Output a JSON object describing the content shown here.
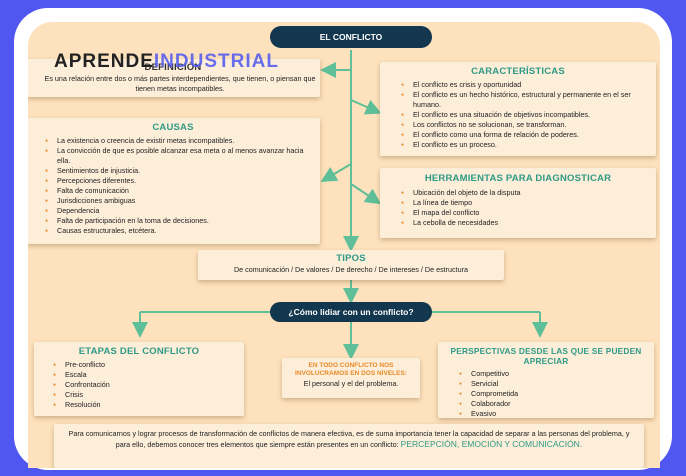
{
  "watermark": {
    "part1": "APRENDE",
    "part2": "INDUSTRIAL"
  },
  "title": "EL CONFLICTO",
  "definicion": {
    "heading": "DEFINICIÓN",
    "text": "Es una relación entre dos o más partes interdependientes, que tienen, o piensan que tienen metas incompatibles."
  },
  "caracteristicas": {
    "heading": "CARACTERÍSTICAS",
    "items": [
      "El conflicto es crisis y oportunidad",
      "El conflicto es un hecho histórico, estructural y permanente en el ser humano.",
      "El conflicto es una  situación de objetivos incompatibles.",
      "Los conflictos no se solucionan, se transforman.",
      "El conflicto como una forma de relación de poderes.",
      "El conflicto es un proceso."
    ]
  },
  "causas": {
    "heading": "CAUSAS",
    "items": [
      "La existencia o creencia de existir metas incompatibles.",
      "La convicción de que es posible alcanzar esa meta o al menos avanzar hacia ella.",
      "Sentimientos de injusticia.",
      "Percepciones diferentes.",
      "Falta de comunicación",
      "Jurisdicciones ambiguas",
      "Dependencia",
      "Falta de participación en la toma de decisiones.",
      "Causas estructurales, etcétera."
    ]
  },
  "herramientas": {
    "heading": "HERRAMIENTAS PARA DIAGNOSTICAR",
    "items": [
      "Ubicación del objeto de la disputa",
      "La línea de tiempo",
      "El mapa del conflicto",
      "La cebolla de necesidades"
    ]
  },
  "tipos": {
    "heading": "TIPOS",
    "text": "De comunicación / De valores / De derecho / De intereses / De estructura"
  },
  "lidiar": "¿Cómo lidiar con un conflicto?",
  "etapas": {
    "heading": "ETAPAS DEL CONFLICTO",
    "items": [
      "Pre-conflicto",
      "Escala",
      "Confrontación",
      "Crisis",
      "Resolución"
    ]
  },
  "niveles": {
    "heading": "EN TODO CONFLICTO NOS INVOLUCRAMOS EN DOS NIVELES:",
    "text": "El personal y el del problema."
  },
  "perspectivas": {
    "heading": "PERSPECTIVAS DESDE LAS QUE SE PUEDEN APRECIAR",
    "items": [
      "Competitivo",
      "Servicial",
      "Comprometida",
      "Colaborador",
      "Evasivo"
    ]
  },
  "footer": {
    "text": "Para comunicarnos y lograr procesos de transformación de conflictos de manera efectiva, es de suma importancia tener la capacidad de separar a las personas del problema, y para ello, debemos conocer tres elementos que siempre están presentes en un conflicto:",
    "highlight": "PERCEPCIÓN, EMOCIÓN Y COMUNICACIÓN."
  },
  "colors": {
    "accent": "#2f9a86",
    "arrow": "#5fbf98",
    "dark": "#13374f",
    "bullet": "#e98a2a",
    "background": "#fde2bd",
    "frame": "#4f57f0"
  }
}
